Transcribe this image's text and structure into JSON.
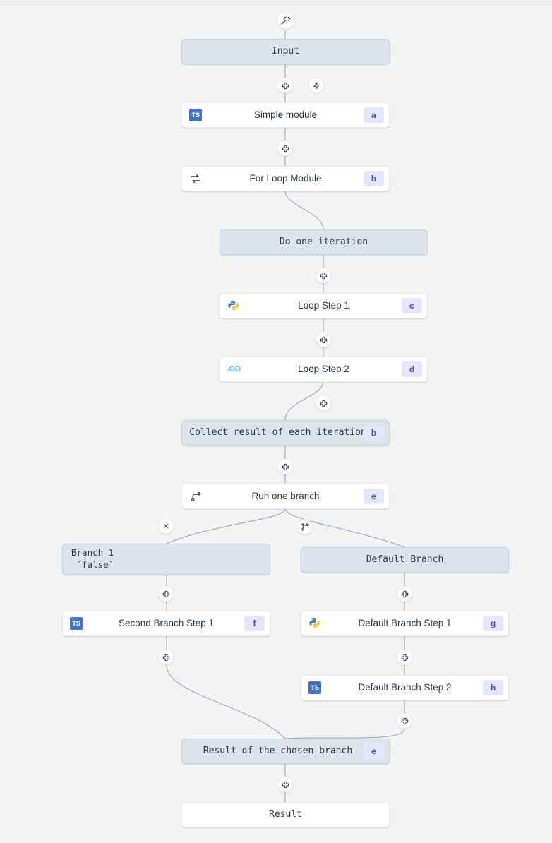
{
  "canvas": {
    "background": "#f2f3f5",
    "accent_badge_bg": "#e5e5fb",
    "accent_badge_fg": "#4b47b8",
    "virtual_node_bg": "#dde3ea",
    "step_node_bg": "#ffffff",
    "edge_color": "#9aa0a6"
  },
  "top_handle": {
    "icon": "magic-wand-icon"
  },
  "nodes": {
    "input": {
      "label": "Input",
      "type": "virtual"
    },
    "simple_module": {
      "label": "Simple module",
      "badge": "a",
      "lang": "typescript"
    },
    "for_loop_module": {
      "label": "For Loop Module",
      "badge": "b",
      "lang": "loop"
    },
    "do_one_iteration": {
      "label": "Do one iteration",
      "type": "virtual"
    },
    "loop_step_1": {
      "label": "Loop Step 1",
      "badge": "c",
      "lang": "python"
    },
    "loop_step_2": {
      "label": "Loop Step 2",
      "badge": "d",
      "lang": "go"
    },
    "collect_result": {
      "label": "Collect result of each iteration",
      "badge": "b",
      "type": "virtual"
    },
    "run_one_branch": {
      "label": "Run one branch",
      "badge": "e",
      "lang": "branch"
    },
    "branch_one": {
      "label": "Branch 1\n `false`",
      "type": "virtual"
    },
    "default_branch": {
      "label": "Default Branch",
      "type": "virtual"
    },
    "second_branch_step_1": {
      "label": "Second Branch Step 1",
      "badge": "f",
      "lang": "typescript"
    },
    "default_branch_step_1": {
      "label": "Default Branch Step 1",
      "badge": "g",
      "lang": "python"
    },
    "default_branch_step_2": {
      "label": "Default Branch Step 2",
      "badge": "h",
      "lang": "typescript"
    },
    "chosen_branch_result": {
      "label": "Result of the chosen branch",
      "badge": "e",
      "type": "virtual"
    },
    "result": {
      "label": "Result",
      "type": "result"
    }
  },
  "handles": {
    "add_after_input": "plus-icon",
    "trigger_after_input": "lightning-icon",
    "add_after_simple_module": "plus-icon",
    "add_after_do_one_iteration": "plus-icon",
    "add_after_loop_step_1": "plus-icon",
    "add_after_loop_step_2": "plus-icon",
    "add_after_collect_result": "plus-icon",
    "remove_branch": "close-icon",
    "add_branch": "add-branch-icon",
    "add_after_branch_one": "plus-icon",
    "add_after_default_branch": "plus-icon",
    "add_after_second_branch_step_1": "plus-icon",
    "add_after_default_branch_step_1": "plus-icon",
    "add_after_default_branch_step_2": "plus-icon",
    "add_after_chosen_branch_result": "plus-icon"
  }
}
